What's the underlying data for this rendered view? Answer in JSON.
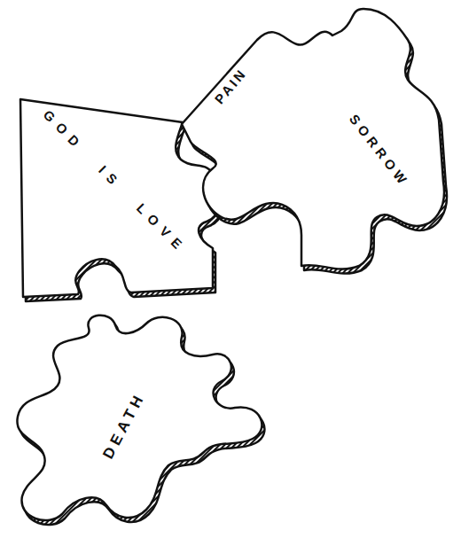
{
  "diagram": {
    "nodes": [
      {
        "text": [
          "GOD IS LOVE"
        ]
      },
      {
        "text": [
          "PAIN",
          "SORROW"
        ]
      },
      {
        "text": [
          "DEATH"
        ]
      }
    ]
  }
}
